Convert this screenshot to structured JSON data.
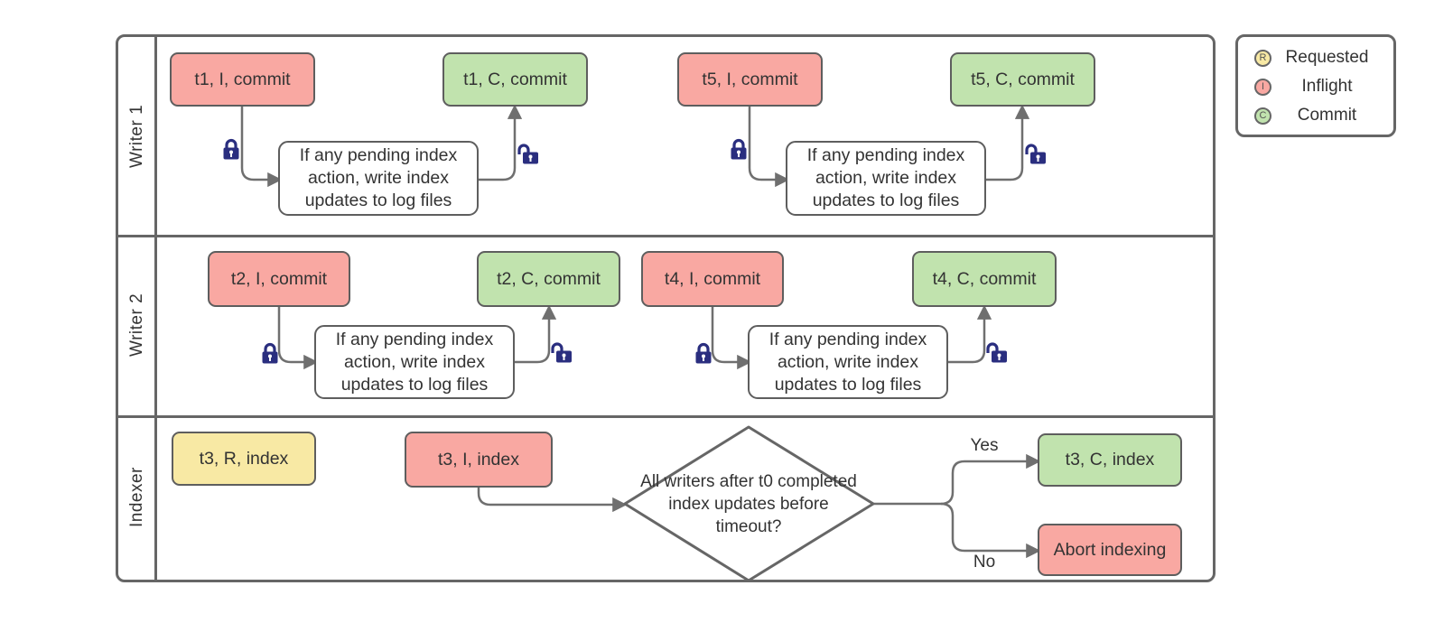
{
  "diagram": {
    "lanes": [
      {
        "label": "Writer 1"
      },
      {
        "label": "Writer 2"
      },
      {
        "label": "Indexer"
      }
    ],
    "nodes": {
      "t1_inflight": "t1, I, commit",
      "t1_commit": "t1, C, commit",
      "t5_inflight": "t5, I, commit",
      "t5_commit": "t5, C, commit",
      "t2_inflight": "t2, I, commit",
      "t2_commit": "t2, C, commit",
      "t4_inflight": "t4, I, commit",
      "t4_commit": "t4, C, commit",
      "t3_requested": "t3, R, index",
      "t3_inflight": "t3, I, index",
      "t3_commit": "t3, C, index",
      "abort": "Abort indexing"
    },
    "process_text": "If any pending index action, write index updates to log files",
    "decision_text": "All writers after t0 completed index updates before timeout?",
    "branch_labels": {
      "yes": "Yes",
      "no": "No"
    }
  },
  "legend": {
    "items": [
      {
        "key": "R",
        "label": "Requested",
        "color": "#f8e9a4"
      },
      {
        "key": "I",
        "label": "Inflight",
        "color": "#f9a8a2"
      },
      {
        "key": "C",
        "label": "Commit",
        "color": "#c1e3ae"
      }
    ]
  },
  "colors": {
    "inflight": "#f9a8a2",
    "commit": "#c1e3ae",
    "requested": "#f8e9a4",
    "lock": "#2a2e7f",
    "shape_border": "#5e5e5e",
    "lane_border": "#666666",
    "connector": "#6f6f6f",
    "text": "#333333"
  }
}
